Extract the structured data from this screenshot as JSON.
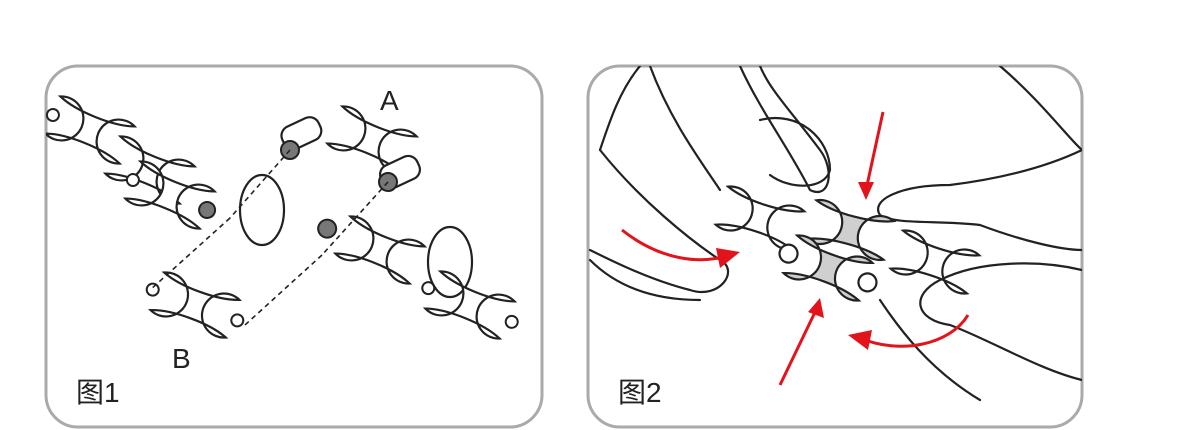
{
  "figures": [
    {
      "caption": "图1",
      "labels": {
        "part_a": "A",
        "part_b": "B"
      }
    },
    {
      "caption": "图2"
    }
  ],
  "colors": {
    "frame": "#aaaaaa",
    "arrow": "#e3131b",
    "ink": "#222222"
  }
}
